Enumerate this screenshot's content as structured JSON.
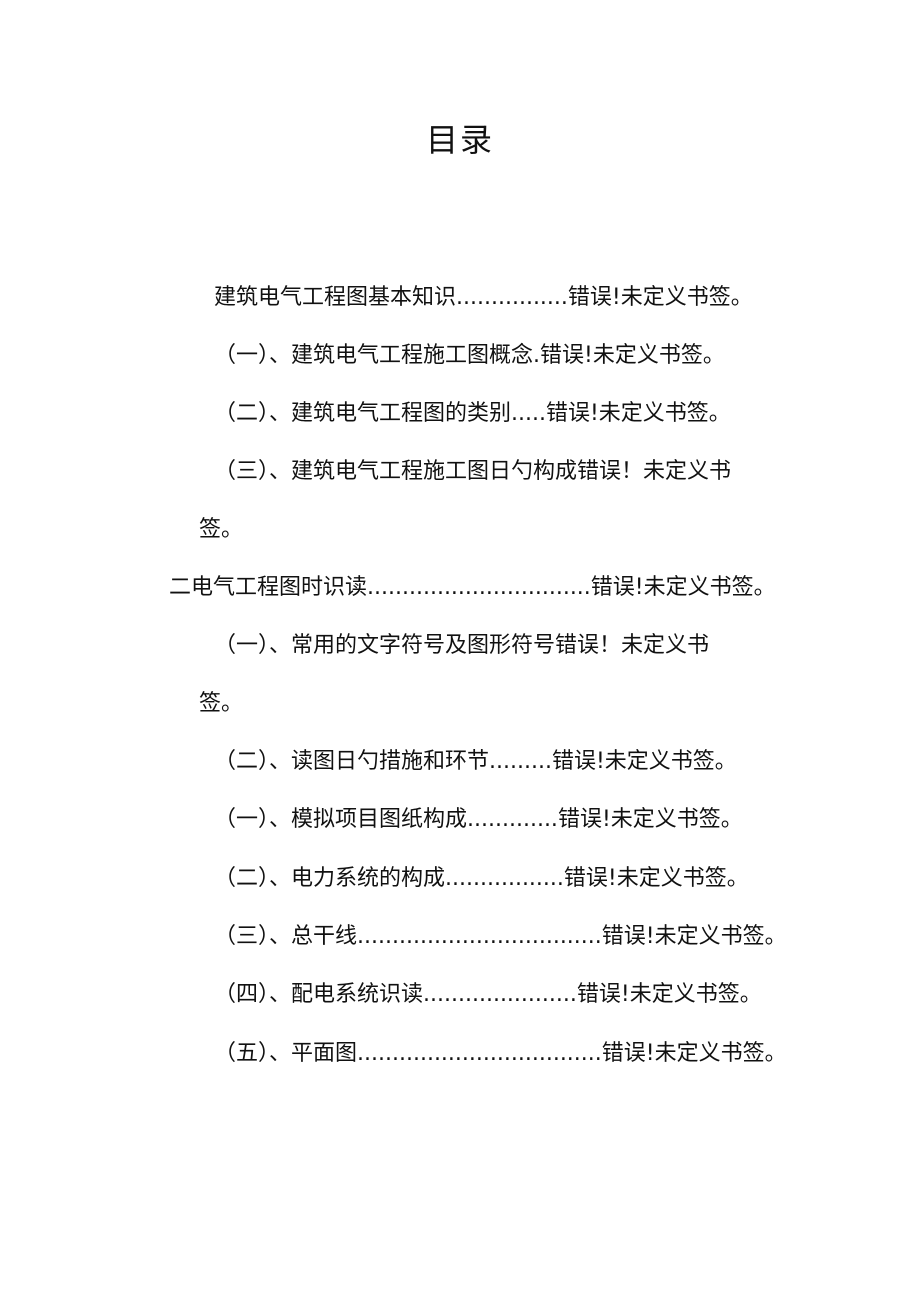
{
  "document": {
    "title": "目录",
    "entries": [
      {
        "text": "建筑电气工程图基本知识",
        "dots": "................",
        "ref": "错误!未定义书签。"
      },
      {
        "text": "（一）、建筑电气工程施工图概念",
        "dots": ".",
        "ref": "错误!未定义书签。"
      },
      {
        "text": "（二）、建筑电气工程图的类别",
        "dots": ".....",
        "ref": "错误!未定义书签。"
      },
      {
        "text": "（三）、建筑电气工程施工图日勺构成错误！未定义书",
        "dots": "",
        "ref": ""
      },
      {
        "text": "签。",
        "dots": "",
        "ref": ""
      },
      {
        "text": "二电气工程图时识读",
        "dots": "................................",
        "ref": "错误!未定义书签。"
      },
      {
        "text": "（一）、常用的文字符号及图形符号错误！未定义书",
        "dots": "",
        "ref": ""
      },
      {
        "text": "签。",
        "dots": "",
        "ref": ""
      },
      {
        "text": "（二）、读图日勺措施和环节",
        "dots": ".........",
        "ref": "错误!未定义书签。"
      },
      {
        "text": "（一）、模拟项目图纸构成",
        "dots": ".............",
        "ref": "错误!未定义书签。"
      },
      {
        "text": "（二）、电力系统的构成",
        "dots": ".................",
        "ref": "错误!未定义书签。"
      },
      {
        "text": "（三）、总干线",
        "dots": "...................................",
        "ref": "错误!未定义书签。"
      },
      {
        "text": "（四）、配电系统识读",
        "dots": "......................",
        "ref": "错误!未定义书签。"
      },
      {
        "text": "（五）、平面图",
        "dots": "...................................",
        "ref": "错误!未定义书签。"
      }
    ]
  }
}
